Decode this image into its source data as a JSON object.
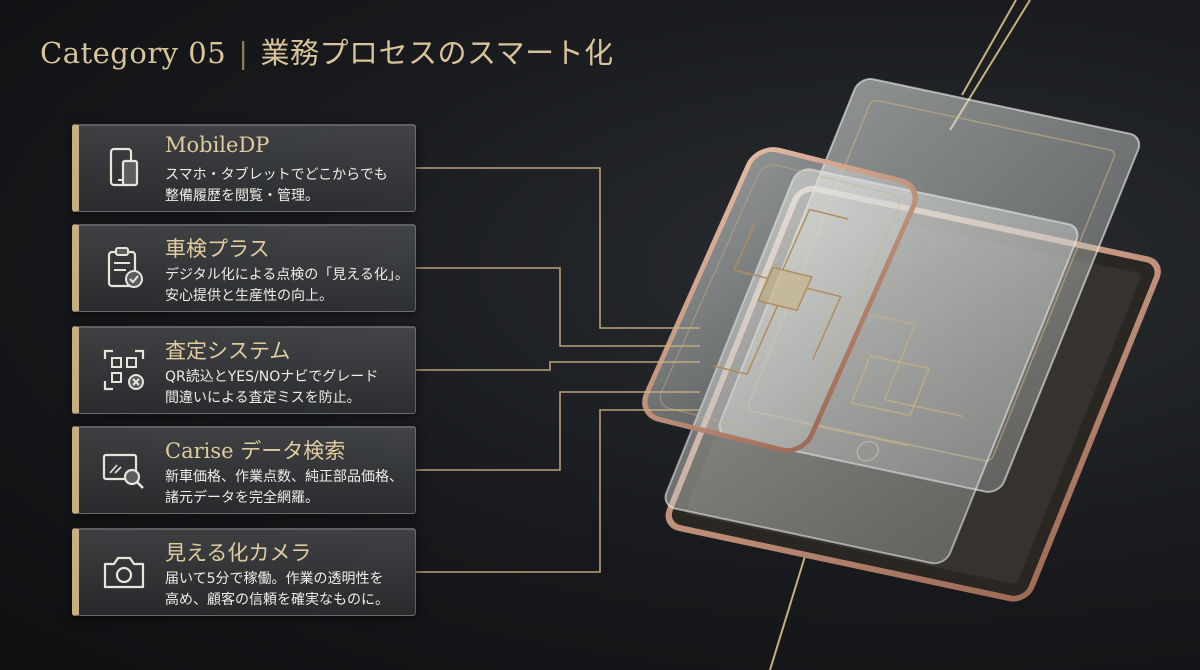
{
  "header": {
    "category": "Category 05",
    "separator": "|",
    "title": "業務プロセスのスマート化"
  },
  "colors": {
    "gold": "#c6ae7f",
    "gold_text": "#d9c49a",
    "background": "#17191c"
  },
  "cards": [
    {
      "icon": "mobile-devices-icon",
      "title": "MobileDP",
      "line1": "スマホ・タブレットでどこからでも",
      "line2": "整備履歴を閲覧・管理。"
    },
    {
      "icon": "clipboard-check-icon",
      "title": "車検プラス",
      "line1": "デジタル化による点検の「見える化」。",
      "line2": "安心提供と生産性の向上。"
    },
    {
      "icon": "qr-scan-icon",
      "title": "査定システム",
      "line1": "QR読込とYES/NOナビでグレード",
      "line2": "間違いによる査定ミスを防止。"
    },
    {
      "icon": "screen-search-icon",
      "title": "Carise データ検索",
      "line1": "新車価格、作業点数、純正部品価格、",
      "line2": "諸元データを完全網羅。"
    },
    {
      "icon": "camera-icon",
      "title": "見える化カメラ",
      "line1": "届いて5分で稼働。作業の透明性を",
      "line2": "高め、顧客の信頼を確実なものに。"
    }
  ]
}
